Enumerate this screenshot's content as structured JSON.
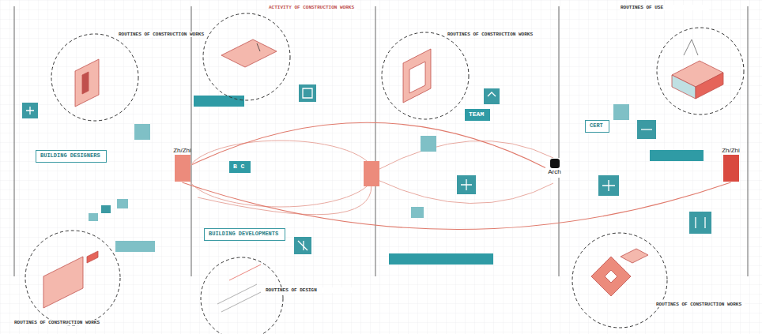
{
  "diagram": {
    "nodes": [
      {
        "text": [
          "Zh/Zhi"
        ]
      },
      {
        "text": [
          "Arch"
        ]
      },
      {
        "text": [
          "Zh/Zhi"
        ]
      },
      {
        "text": [
          "BUILDING DESIGNERS"
        ]
      },
      {
        "text": [
          "B C"
        ]
      },
      {
        "text": [
          "BUILDING DEVELOPMENTS"
        ]
      },
      {
        "text": [
          "TEAM"
        ]
      },
      {
        "text": [
          "CERT"
        ]
      }
    ],
    "edges": [
      {
        "from": 0,
        "to": 1,
        "arrow": "none"
      },
      {
        "from": 0,
        "to": 2,
        "arrow": "none"
      }
    ],
    "labels": [
      "ROUTINES OF CONSTRUCTION WORKS",
      "ACTIVITY OF CONSTRUCTION WORKS",
      "ROUTINES OF CONSTRUCTION WORKS",
      "ROUTINES OF USE",
      "ROUTINES OF CONSTRUCTION WORKS",
      "ROUTINES OF DESIGN",
      "ROUTINES OF CONSTRUCTION WORKS"
    ]
  }
}
